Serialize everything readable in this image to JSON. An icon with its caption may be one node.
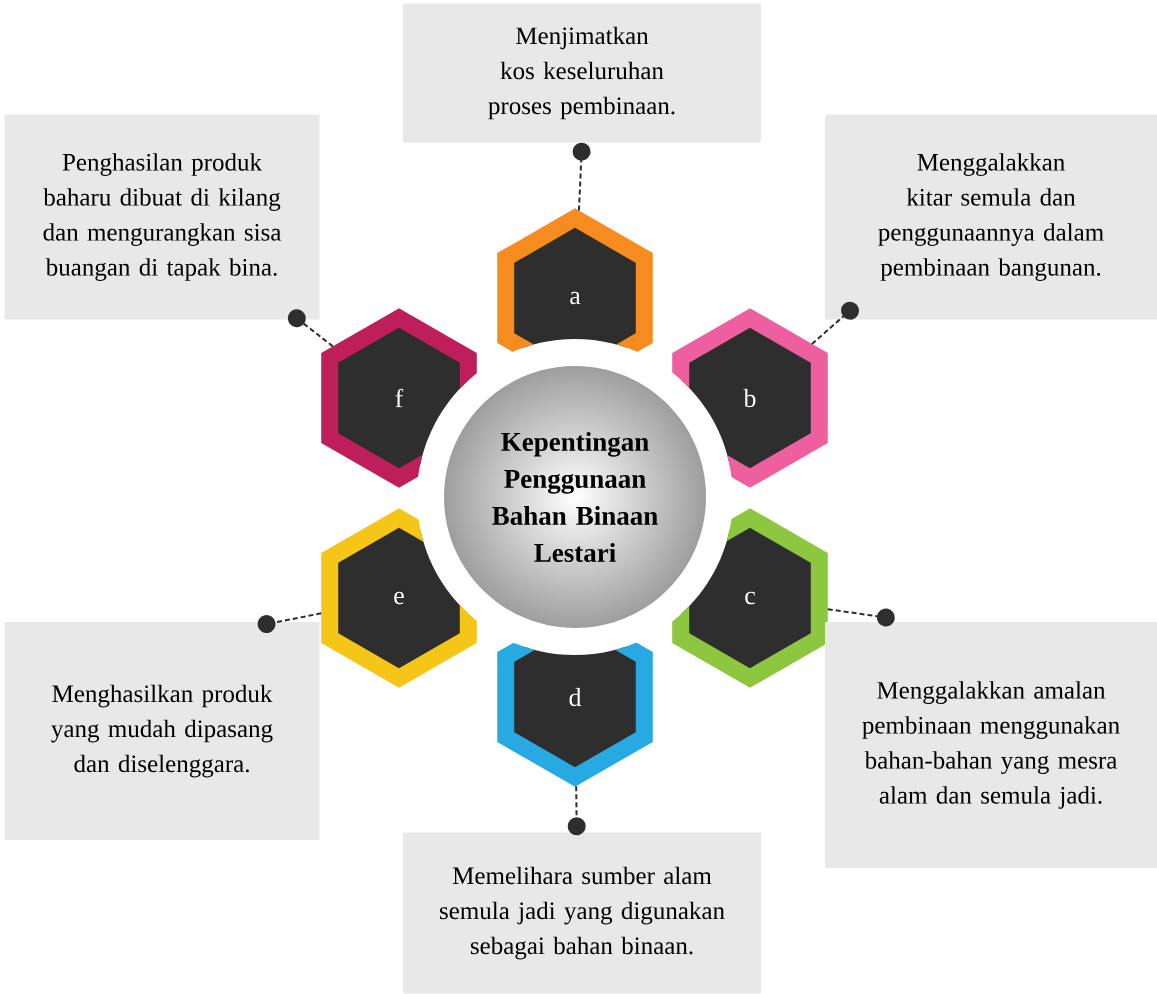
{
  "diagram": {
    "nodes": [
      {
        "text": [
          "Kepentingan Penggunaan Bahan Binaan Lestari"
        ]
      },
      {
        "text": [
          "a"
        ]
      },
      {
        "text": [
          "b"
        ]
      },
      {
        "text": [
          "c"
        ]
      },
      {
        "text": [
          "d"
        ]
      },
      {
        "text": [
          "e"
        ]
      },
      {
        "text": [
          "f"
        ]
      },
      {
        "text": [
          "Menjimatkan kos keseluruhan proses pembinaan."
        ]
      },
      {
        "text": [
          "Menggalakkan kitar semula dan penggunaannya dalam pembinaan bangunan."
        ]
      },
      {
        "text": [
          "Menggalakkan amalan pembinaan menggunakan bahan-bahan yang mesra alam dan semula jadi."
        ]
      },
      {
        "text": [
          "Memelihara sumber alam semula jadi yang digunakan sebagai bahan binaan."
        ]
      },
      {
        "text": [
          "Menghasilkan produk yang mudah dipasang dan diselenggara."
        ]
      },
      {
        "text": [
          "Penghasilan produk baharu dibuat di kilang dan mengurangkan sisa buangan di tapak bina."
        ]
      }
    ],
    "edges": [
      {
        "from": 1,
        "to": 7,
        "arrow": "other",
        "style": "dashed"
      },
      {
        "from": 2,
        "to": 8,
        "arrow": "other",
        "style": "dashed"
      },
      {
        "from": 3,
        "to": 9,
        "arrow": "other",
        "style": "dashed"
      },
      {
        "from": 4,
        "to": 10,
        "arrow": "other",
        "style": "dashed"
      },
      {
        "from": 5,
        "to": 11,
        "arrow": "other",
        "style": "dashed"
      },
      {
        "from": 6,
        "to": 12,
        "arrow": "other",
        "style": "dashed"
      }
    ]
  }
}
